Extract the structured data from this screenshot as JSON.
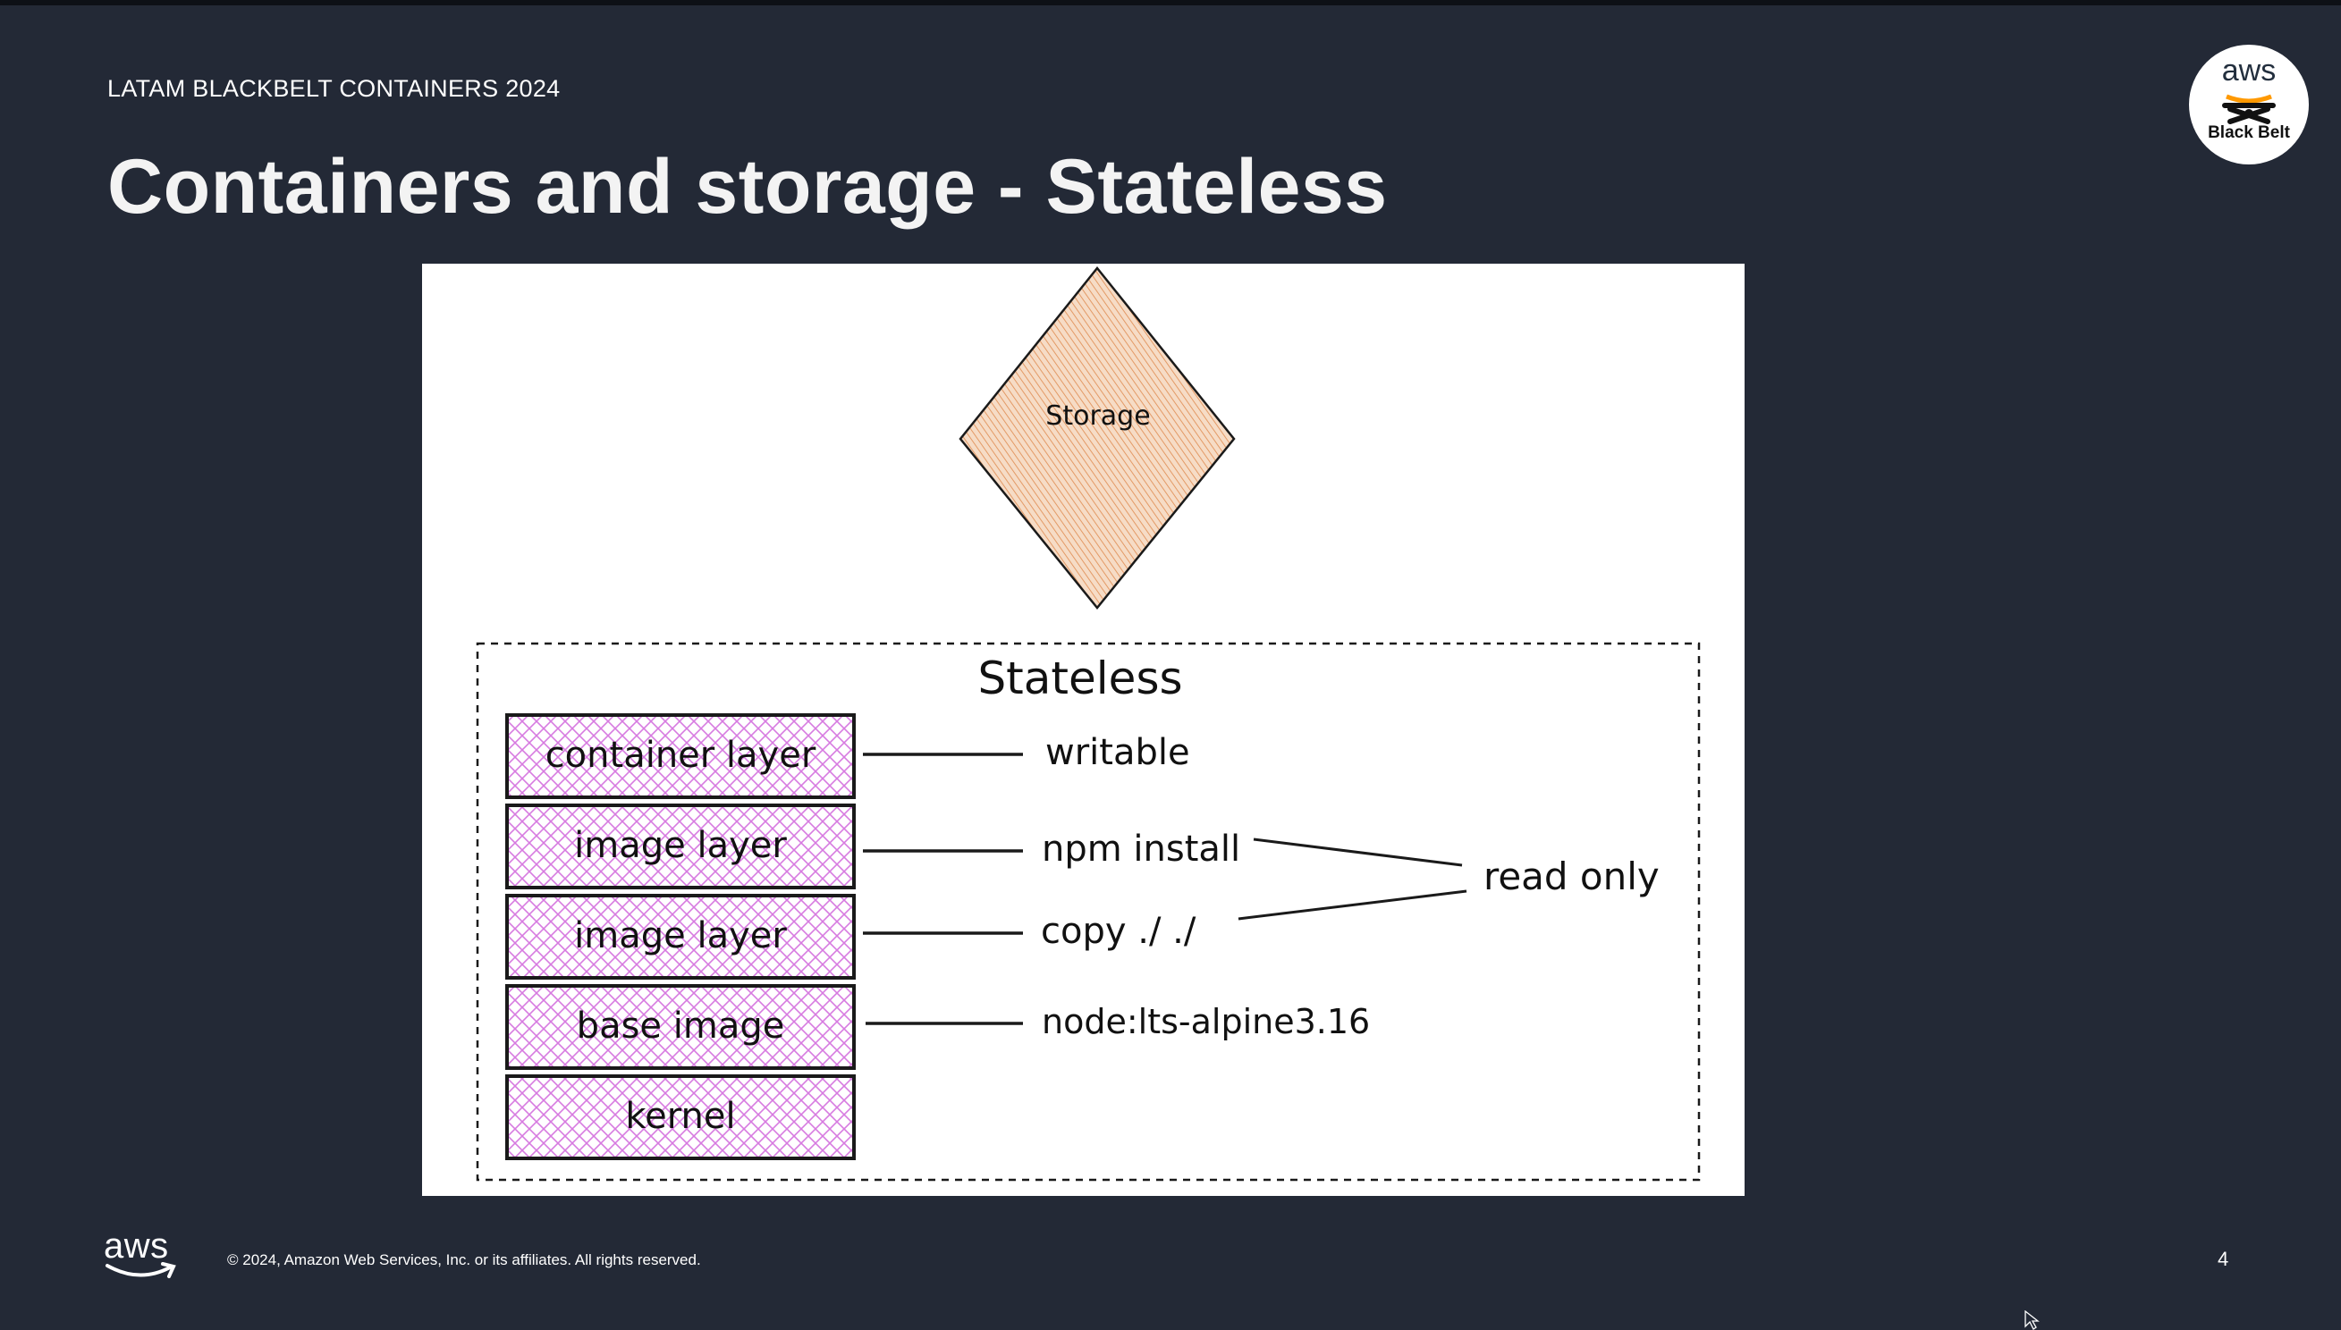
{
  "header": {
    "eyebrow": "LATAM BLACKBELT CONTAINERS 2024",
    "title": "Containers and storage - Stateless"
  },
  "badge": {
    "aws": "aws",
    "label": "Black Belt"
  },
  "diagram": {
    "storage_label": "Storage",
    "group_title": "Stateless",
    "layers": [
      {
        "label": "container layer",
        "annotation": "writable"
      },
      {
        "label": "image layer",
        "annotation": "npm install"
      },
      {
        "label": "image layer",
        "annotation": "copy ./ ./"
      },
      {
        "label": "base image",
        "annotation": "node:lts-alpine3.16"
      },
      {
        "label": "kernel",
        "annotation": ""
      }
    ],
    "read_only_label": "read only",
    "colors": {
      "storage_fill": "#f3d2b8",
      "storage_hatch": "#e8a473",
      "layer_hatch": "#d77be0",
      "stroke": "#1a1a1a"
    }
  },
  "footer": {
    "aws": "aws",
    "copyright": "© 2024, Amazon Web Services, Inc. or its affiliates. All rights reserved.",
    "page_number": "4"
  }
}
